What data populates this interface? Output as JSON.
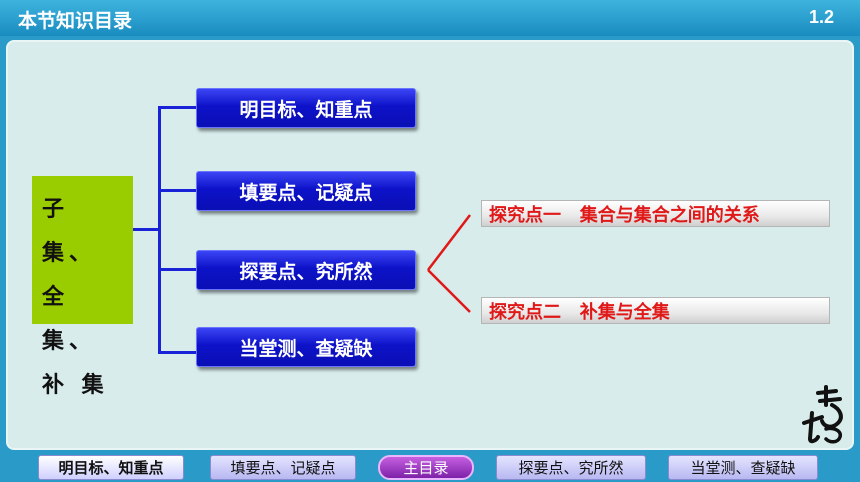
{
  "header": {
    "title": "本节知识目录",
    "section_num": "1.2"
  },
  "subject": {
    "lines": [
      "子 集、",
      "全 集、",
      "补 集"
    ]
  },
  "nav_buttons": [
    {
      "label": "明目标、知重点"
    },
    {
      "label": "填要点、记疑点"
    },
    {
      "label": "探要点、究所然"
    },
    {
      "label": "当堂测、查疑缺"
    }
  ],
  "topics": [
    {
      "label": "探究点一   集合与集合之间的关系"
    },
    {
      "label": "探究点二   补集与全集"
    }
  ],
  "bottom_nav": [
    {
      "label": "明目标、知重点"
    },
    {
      "label": "填要点、记疑点"
    },
    {
      "label": "主目录"
    },
    {
      "label": "探要点、究所然"
    },
    {
      "label": "当堂测、查疑缺"
    }
  ],
  "colors": {
    "nav_blue": "#0d12c8",
    "subject_green": "#9acd00",
    "topic_red": "#e01818",
    "header_blue": "#2a9bc9"
  }
}
